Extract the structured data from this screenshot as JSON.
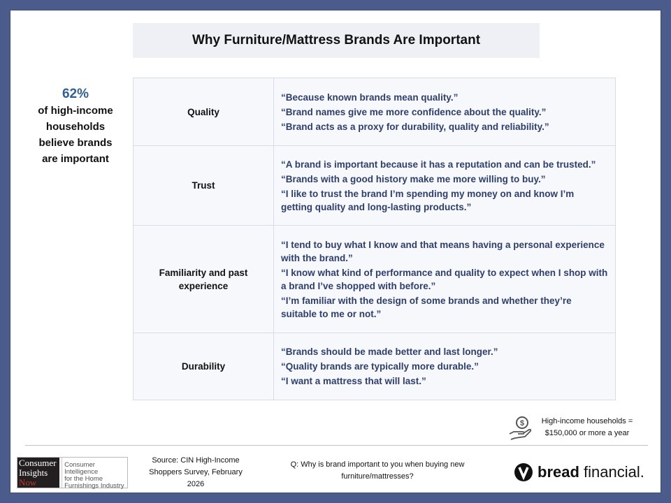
{
  "title": "Why Furniture/Mattress Brands Are Important",
  "stat": {
    "value": "62%",
    "text": [
      "of high-income",
      "households",
      "believe brands",
      "are important"
    ]
  },
  "rows": [
    {
      "category": "Quality",
      "quotes": [
        "“Because known brands mean quality.”",
        "“Brand names give me more confidence about the quality.”",
        "“Brand acts as a proxy for durability, quality and reliability.”"
      ]
    },
    {
      "category": "Trust",
      "quotes": [
        "“A brand is important because it has a reputation and can be trusted.”",
        "“Brands with a good history make me more willing to buy.”",
        "“I like to trust the brand I’m spending my money on and know I’m getting quality and long-lasting products.”"
      ]
    },
    {
      "category": "Familiarity and past experience",
      "quotes": [
        "“I tend to buy what I know and that means having a personal experience with the brand.”",
        "“I know what kind of performance and quality to expect when I shop with a brand I’ve shopped with before.”",
        "“I’m familiar with the design of some brands and whether they’re suitable to me or not.”"
      ]
    },
    {
      "category": "Durability",
      "quotes": [
        "“Brands should be made better and last longer.”",
        "“Quality brands are typically more durable.”",
        "“I want a mattress that will last.”"
      ]
    }
  ],
  "note": {
    "line1": "High-income households =",
    "line2": "$150,000 or more a year",
    "icon": "hand-dollar-icon"
  },
  "footer": {
    "cin_logo": {
      "words": [
        "Consumer",
        "Insights",
        "Now"
      ],
      "tagline": [
        "Consumer Intelligence",
        "for the Home",
        "Furnishings Industry"
      ]
    },
    "source": "Source: CIN High-Income Shoppers Survey, February 2026",
    "question": "Q: Why is brand important to you when buying new furniture/mattresses?",
    "bread_logo": {
      "bold": "bread",
      "light": "financial."
    }
  },
  "colors": {
    "frame": "#4b5b8c",
    "accent": "#2f5f97",
    "quote": "#2e3f6e"
  }
}
